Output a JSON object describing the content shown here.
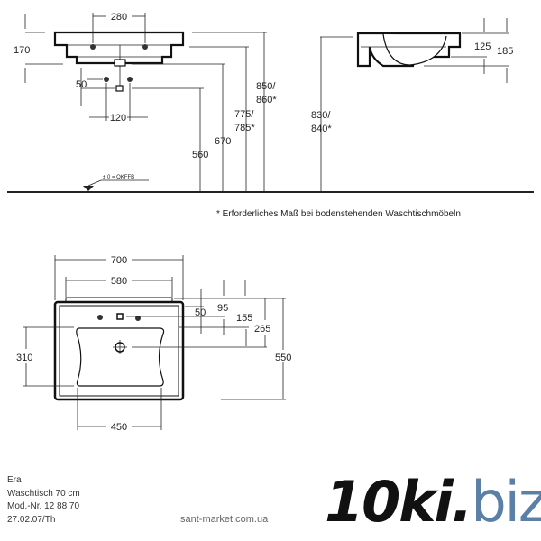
{
  "front_view": {
    "dim_280": "280",
    "dim_170": "170",
    "dim_50": "50",
    "dim_120": "120",
    "dim_560": "560",
    "dim_670": "670",
    "dim_775_a": "775/",
    "dim_775_b": "785*",
    "dim_850_a": "850/",
    "dim_850_b": "860*",
    "floor_label": "± 0 = OKFFB"
  },
  "side_view": {
    "dim_830_a": "830/",
    "dim_830_b": "840*",
    "dim_125": "125",
    "dim_185": "185"
  },
  "footnote": "* Erforderliches  Maß bei bodenstehenden Waschtischmöbeln",
  "top_view": {
    "dim_700": "700",
    "dim_580": "580",
    "dim_50": "50",
    "dim_95": "95",
    "dim_155": "155",
    "dim_265": "265",
    "dim_550": "550",
    "dim_310": "310",
    "dim_450": "450"
  },
  "info": {
    "line1": "Era",
    "line2": "Waschtisch 70 cm",
    "line3": "Mod.-Nr. 12 88 70",
    "line4": "27.02.07/Th"
  },
  "watermark": {
    "site": "sant-market.com.ua",
    "logo_a": "10ki.",
    "logo_b": "biz"
  },
  "colors": {
    "logo_blue": "#5b80a8",
    "line": "#222222"
  }
}
